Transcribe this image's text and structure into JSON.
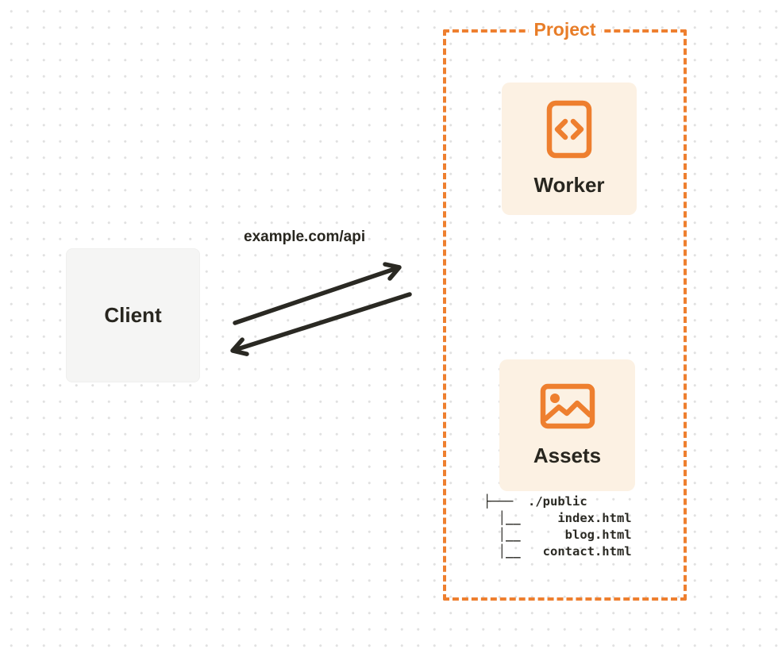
{
  "client": {
    "label": "Client"
  },
  "request": {
    "label": "example.com/api"
  },
  "arrows": {
    "request_arrow": "client-to-project",
    "response_arrow": "project-to-client",
    "stroke_color": "#2a2923"
  },
  "project": {
    "label": "Project",
    "border_color": "#ee7f2f",
    "worker": {
      "label": "Worker",
      "icon": "code-file-icon"
    },
    "assets": {
      "label": "Assets",
      "icon": "image-icon",
      "file_tree_text": "├───  ./public\n  │__     index.html\n  │__      blog.html\n  │__   contact.html"
    }
  },
  "colors": {
    "accent_orange": "#ee7f2f",
    "card_background": "#fcf1e3",
    "client_background": "#f5f5f4",
    "ink": "#28261f",
    "dot_grid": "#e1e1e1"
  }
}
